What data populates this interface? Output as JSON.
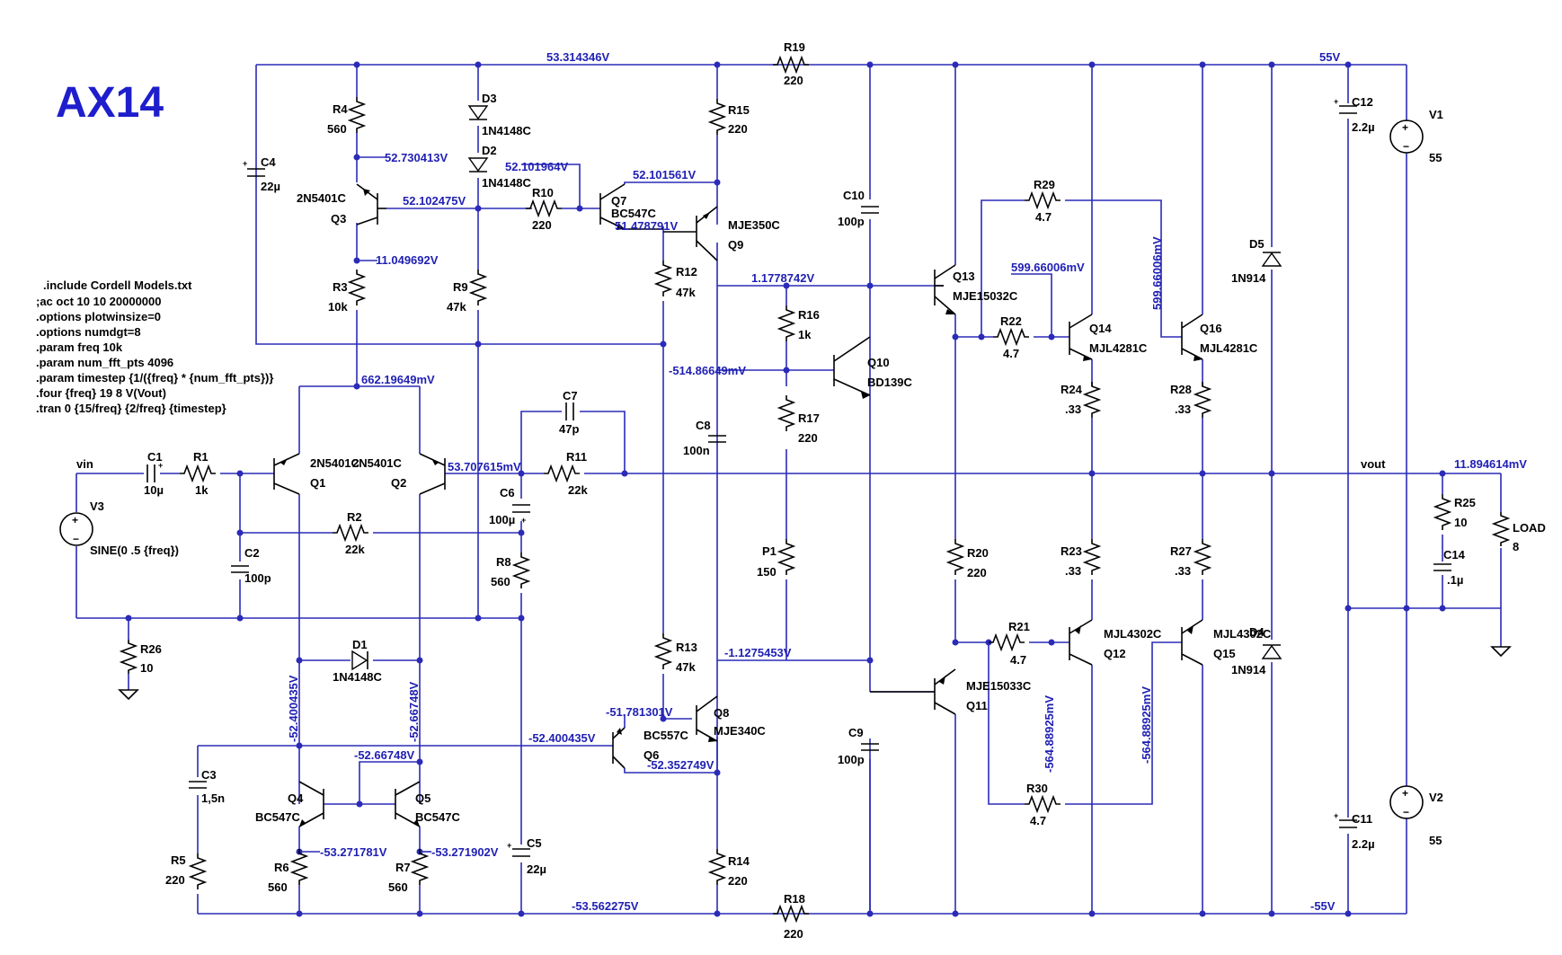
{
  "title": "AX14",
  "spice_directives": [
    ".include Cordell Models.txt",
    ";ac oct 10 10 20000000",
    ".options plotwinsize=0",
    ".options numdgt=8",
    ".param freq 10k",
    ".param num_fft_pts 4096",
    ".param timestep {1/({freq} * {num_fft_pts})}",
    ".four {freq} 19 8 V(Vout)",
    ".tran 0 {15/freq} {2/freq} {timestep}"
  ],
  "components": {
    "R19": {
      "name": "R19",
      "value": "220"
    },
    "R18": {
      "name": "R18",
      "value": "220"
    },
    "R4": {
      "name": "R4",
      "value": "560"
    },
    "R3": {
      "name": "R3",
      "value": "10k"
    },
    "R9": {
      "name": "R9",
      "value": "47k"
    },
    "R10": {
      "name": "R10",
      "value": "220"
    },
    "R15": {
      "name": "R15",
      "value": "220"
    },
    "R12": {
      "name": "R12",
      "value": "47k"
    },
    "R13": {
      "name": "R13",
      "value": "47k"
    },
    "R14": {
      "name": "R14",
      "value": "220"
    },
    "R16": {
      "name": "R16",
      "value": "1k"
    },
    "R17": {
      "name": "R17",
      "value": "220"
    },
    "P1": {
      "name": "P1",
      "value": "150"
    },
    "R1": {
      "name": "R1",
      "value": "1k"
    },
    "R2": {
      "name": "R2",
      "value": "22k"
    },
    "R11": {
      "name": "R11",
      "value": "22k"
    },
    "R8": {
      "name": "R8",
      "value": "560"
    },
    "R26": {
      "name": "R26",
      "value": "10"
    },
    "R5": {
      "name": "R5",
      "value": "220"
    },
    "R6": {
      "name": "R6",
      "value": "560"
    },
    "R7": {
      "name": "R7",
      "value": "560"
    },
    "R20": {
      "name": "R20",
      "value": "220"
    },
    "R21": {
      "name": "R21",
      "value": "4.7"
    },
    "R22": {
      "name": "R22",
      "value": "4.7"
    },
    "R29": {
      "name": "R29",
      "value": "4.7"
    },
    "R30": {
      "name": "R30",
      "value": "4.7"
    },
    "R23": {
      "name": "R23",
      "value": ".33"
    },
    "R24": {
      "name": "R24",
      "value": ".33"
    },
    "R27": {
      "name": "R27",
      "value": ".33"
    },
    "R28": {
      "name": "R28",
      "value": ".33"
    },
    "R25": {
      "name": "R25",
      "value": "10"
    },
    "LOAD": {
      "name": "LOAD",
      "value": "8"
    },
    "C1": {
      "name": "C1",
      "value": "10µ"
    },
    "C2": {
      "name": "C2",
      "value": "100p"
    },
    "C3": {
      "name": "C3",
      "value": "1,5n"
    },
    "C4": {
      "name": "C4",
      "value": "22µ"
    },
    "C5": {
      "name": "C5",
      "value": "22µ"
    },
    "C6": {
      "name": "C6",
      "value": "100µ"
    },
    "C7": {
      "name": "C7",
      "value": "47p"
    },
    "C8": {
      "name": "C8",
      "value": "100n"
    },
    "C9": {
      "name": "C9",
      "value": "100p"
    },
    "C10": {
      "name": "C10",
      "value": "100p"
    },
    "C11": {
      "name": "C11",
      "value": "2.2µ"
    },
    "C12": {
      "name": "C12",
      "value": "2.2µ"
    },
    "C14": {
      "name": "C14",
      "value": ".1µ"
    },
    "D1": {
      "name": "D1",
      "value": "1N4148C"
    },
    "D2": {
      "name": "D2",
      "value": "1N4148C"
    },
    "D3": {
      "name": "D3",
      "value": "1N4148C"
    },
    "D4": {
      "name": "D4",
      "value": "1N914"
    },
    "D5": {
      "name": "D5",
      "value": "1N914"
    },
    "Q1": {
      "name": "Q1",
      "value": "2N5401C"
    },
    "Q2": {
      "name": "Q2",
      "value": "2N5401C"
    },
    "Q3": {
      "name": "Q3",
      "value": "2N5401C"
    },
    "Q4": {
      "name": "Q4",
      "value": "BC547C"
    },
    "Q5": {
      "name": "Q5",
      "value": "BC547C"
    },
    "Q6": {
      "name": "Q6",
      "value": "BC557C"
    },
    "Q7": {
      "name": "Q7",
      "value": "BC547C"
    },
    "Q8": {
      "name": "Q8",
      "value": "MJE340C"
    },
    "Q9": {
      "name": "Q9",
      "value": "MJE350C"
    },
    "Q10": {
      "name": "Q10",
      "value": "BD139C"
    },
    "Q11": {
      "name": "Q11",
      "value": "MJE15033C"
    },
    "Q12": {
      "name": "Q12",
      "value": "MJL4302C"
    },
    "Q13": {
      "name": "Q13",
      "value": "MJE15032C"
    },
    "Q14": {
      "name": "Q14",
      "value": "MJL4281C"
    },
    "Q15": {
      "name": "Q15",
      "value": "MJL4302C"
    },
    "Q16": {
      "name": "Q16",
      "value": "MJL4281C"
    },
    "V1": {
      "name": "V1",
      "value": "55"
    },
    "V2": {
      "name": "V2",
      "value": "55"
    },
    "V3": {
      "name": "V3",
      "value": "SINE(0 .5 {freq})"
    }
  },
  "net_labels": {
    "vin": "vin",
    "vout": "vout",
    "pos_rail": "55V",
    "neg_rail": "-55V"
  },
  "voltages": {
    "top_rail": "53.314346V",
    "r4_node": "52.730413V",
    "q3_base": "52.102475V",
    "q7_collector": "52.101964V",
    "q9_base": "52.101561V",
    "q7_emitter": "51.478791V",
    "q3_collector": "11.049692V",
    "q13_base": "1.1778742V",
    "q14_base": "599.66006mV",
    "q16_base": "599.66006mV",
    "ltp_tail": "662.19649mV",
    "q2_base": "53.707615mV",
    "vout": "11.894614mV",
    "q10_base": "-514.86649mV",
    "q11_base": "-1.1275453V",
    "q6_emitter": "-51.781301V",
    "q6_base": "-52.400435V",
    "q6_collector": "-52.352749V",
    "q4_collector": "-52.400435V",
    "q5_collector": "-52.66748V",
    "q4q5_base": "-52.66748V",
    "q4_emitter": "-53.271781V",
    "q5_emitter": "-53.271902V",
    "bottom_rail": "-53.562275V",
    "q12_base": "-564.88925mV",
    "q15_base": "-564.88925mV"
  }
}
